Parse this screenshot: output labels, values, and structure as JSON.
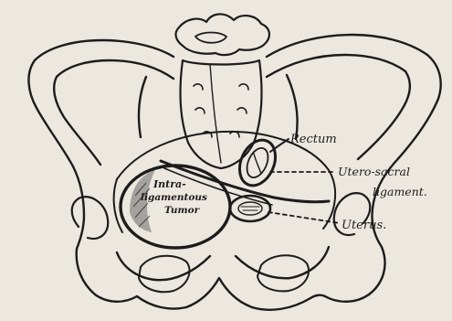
{
  "labels": {
    "rectum": "Rectum",
    "utero_sacral_line1": "Utero-sacral",
    "utero_sacral_line2": "ligament.",
    "uterus": "Uterus.",
    "tumor_line1": "Intra-",
    "tumor_line2": "ligamentous",
    "tumor_line3": "Tumor"
  },
  "colors": {
    "paper": "#ece7df",
    "ink": "#1c1c1c",
    "shade": "#6a6a6a"
  }
}
